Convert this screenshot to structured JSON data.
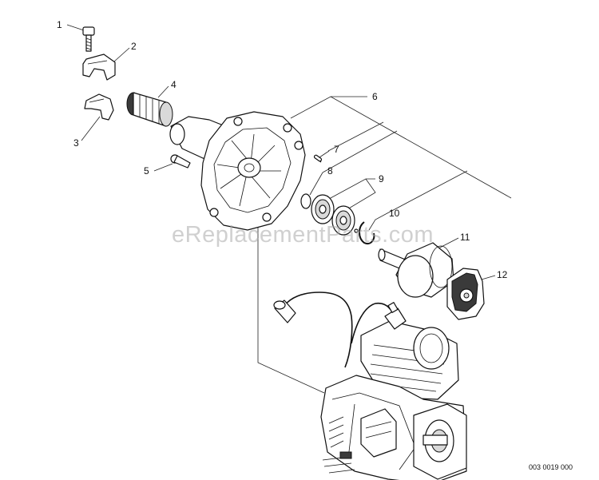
{
  "callouts": [
    {
      "id": "1",
      "label": "1"
    },
    {
      "id": "2",
      "label": "2"
    },
    {
      "id": "3",
      "label": "3"
    },
    {
      "id": "4",
      "label": "4"
    },
    {
      "id": "5",
      "label": "5"
    },
    {
      "id": "6",
      "label": "6"
    },
    {
      "id": "7",
      "label": "7"
    },
    {
      "id": "8",
      "label": "8"
    },
    {
      "id": "9",
      "label": "9"
    },
    {
      "id": "10",
      "label": "10"
    },
    {
      "id": "11",
      "label": "11"
    },
    {
      "id": "12",
      "label": "12"
    }
  ],
  "watermark": "eReplacementParts.com",
  "diagram_id": "003 0019 000"
}
